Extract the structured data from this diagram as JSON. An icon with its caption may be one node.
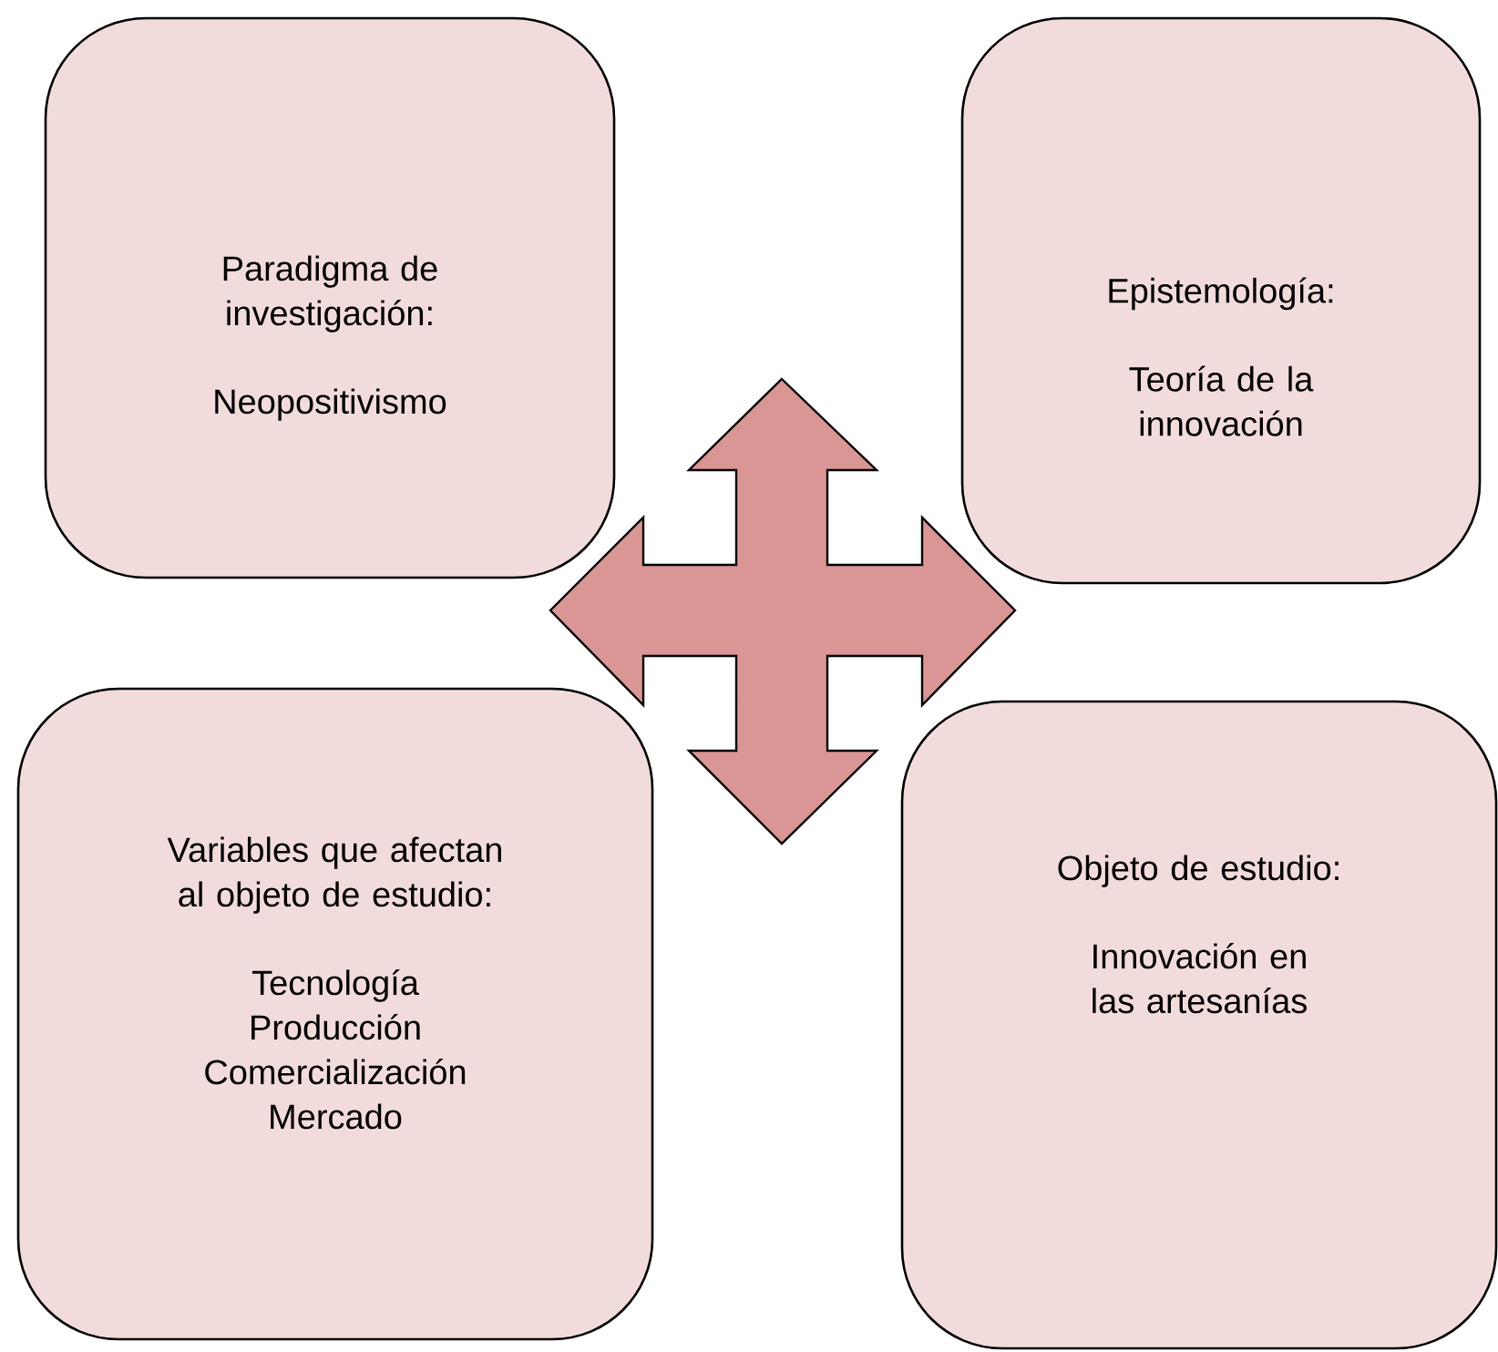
{
  "diagram": {
    "nodes": [
      {
        "text": [
          "Paradigma de investigación:",
          "Neopositivismo"
        ]
      },
      {
        "text": [
          "Epistemología:",
          "Teoría de la innovación"
        ]
      },
      {
        "text": [],
        "shape": "arrow"
      },
      {
        "text": [
          "Variables que afectan al objeto de estudio:",
          "Tecnología",
          "Producción",
          "Comercialización",
          "Mercado"
        ]
      },
      {
        "text": [
          "Objeto de estudio:",
          "Innovación en las artesanías"
        ]
      }
    ]
  }
}
